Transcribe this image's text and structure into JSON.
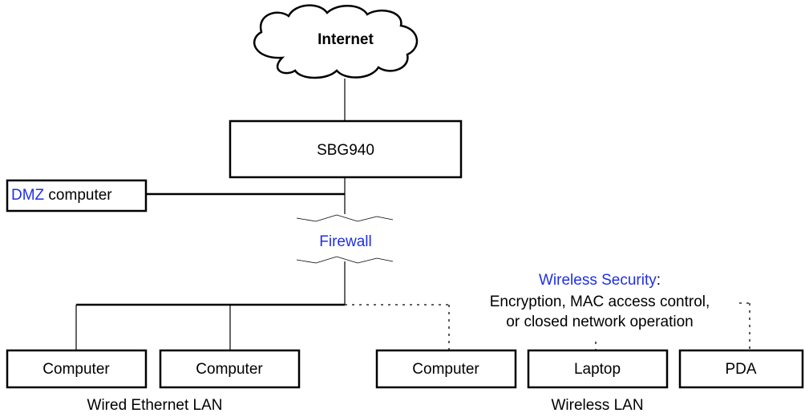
{
  "cloud": {
    "label": "Internet"
  },
  "gateway": {
    "label": "SBG940"
  },
  "dmz": {
    "link_text": "DMZ",
    "text": " computer"
  },
  "firewall": {
    "label": "Firewall"
  },
  "wireless_security": {
    "link_text": "Wireless Security",
    "suffix": ":",
    "line1": "Encryption, MAC access control,",
    "line2": "or closed network operation"
  },
  "wired_devices": [
    "Computer",
    "Computer"
  ],
  "wireless_devices": [
    "Computer",
    "Laptop",
    "PDA"
  ],
  "wired_caption": "Wired Ethernet LAN",
  "wireless_caption": "Wireless LAN",
  "colors": {
    "link": "#1f2fe6",
    "line": "#000000",
    "background": "#ffffff"
  }
}
